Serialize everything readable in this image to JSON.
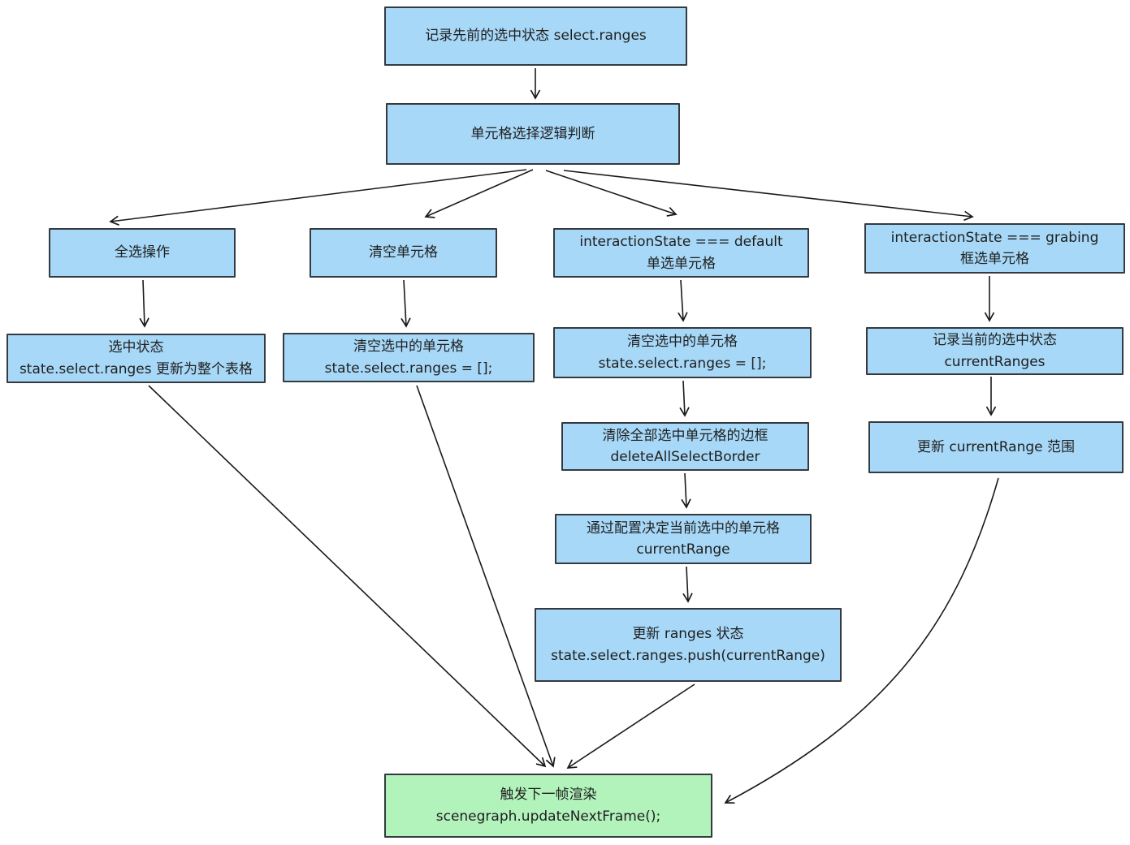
{
  "diagram_title": "",
  "nodes": {
    "record_previous": {
      "line1": "记录先前的选中状态 select.ranges"
    },
    "selection_logic": {
      "line1": "单元格选择逻辑判断"
    },
    "select_all": {
      "line1": "全选操作"
    },
    "clear_cells": {
      "line1": "清空单元格"
    },
    "single_select": {
      "line1": "interactionState === default",
      "line2": "单选单元格"
    },
    "brush_select": {
      "line1": "interactionState === grabing",
      "line2": "框选单元格"
    },
    "selected_state_update": {
      "line1": "选中状态",
      "line2": "state.select.ranges 更新为整个表格"
    },
    "clear_selected_cells_left": {
      "line1": "清空选中的单元格",
      "line2": "state.select.ranges = [];"
    },
    "clear_selected_cells_mid": {
      "line1": "清空选中的单元格",
      "line2": "state.select.ranges = [];"
    },
    "record_current": {
      "line1": "记录当前的选中状态",
      "line2": "currentRanges"
    },
    "delete_all_select_border": {
      "line1": "清除全部选中单元格的边框",
      "line2": "deleteAllSelectBorder"
    },
    "update_current_range": {
      "line1": "更新 currentRange 范围"
    },
    "decide_current_range": {
      "line1": "通过配置决定当前选中的单元格",
      "line2": "currentRange"
    },
    "push_ranges": {
      "line1": "更新 ranges 状态",
      "line2": "state.select.ranges.push(currentRange)"
    },
    "trigger_next_frame": {
      "line1": "触发下一帧渲染",
      "line2": "scenegraph.updateNextFrame();"
    }
  },
  "colors": {
    "process_fill": "#a7d8f7",
    "terminal_fill": "#b2f2bb",
    "stroke": "#343a40",
    "arrow": "#1a1a1a",
    "background": "#ffffff"
  }
}
